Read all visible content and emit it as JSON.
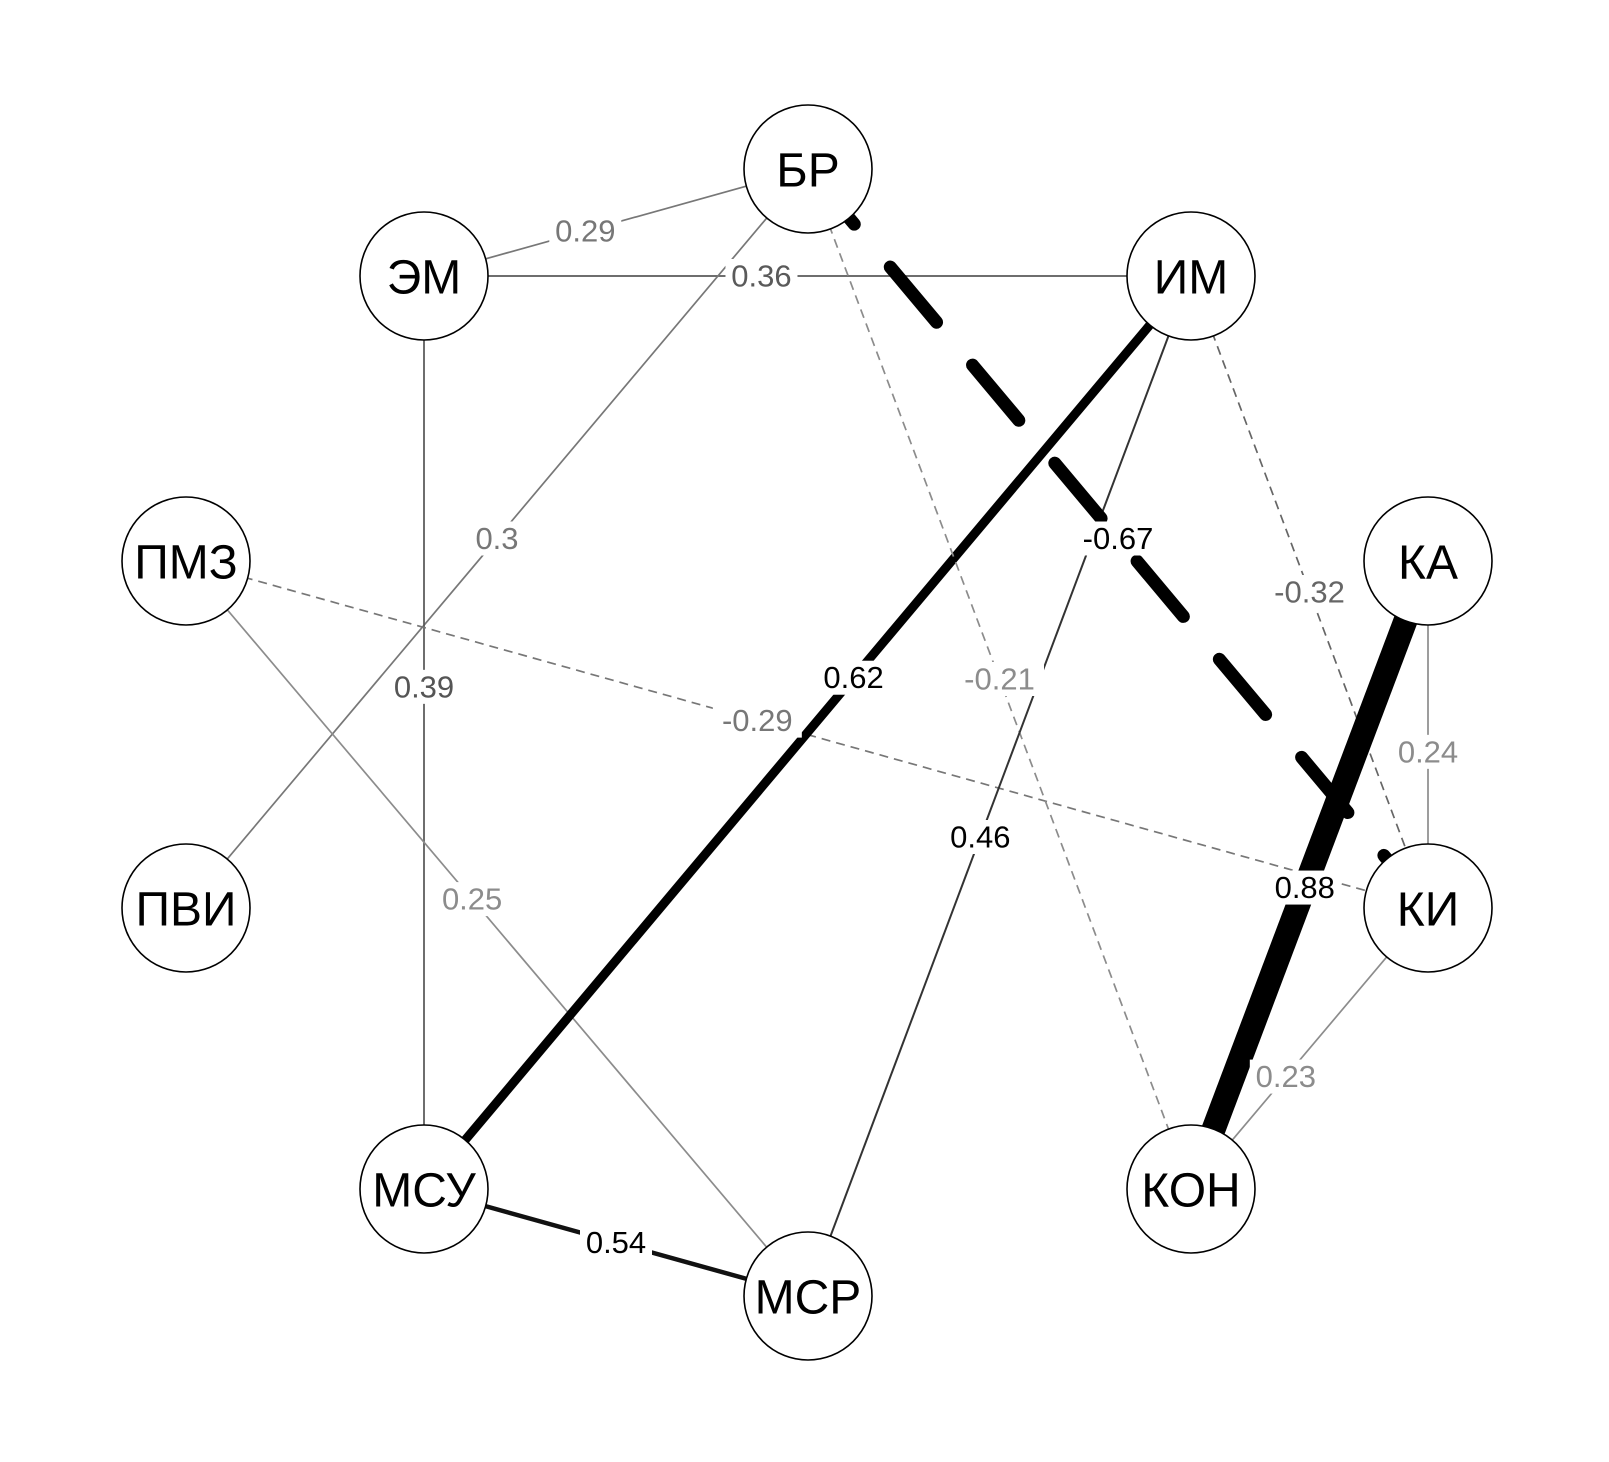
{
  "diagram": {
    "type": "network",
    "nodes": [
      {
        "id": "br",
        "label": "БР"
      },
      {
        "id": "em",
        "label": "ЭМ"
      },
      {
        "id": "im",
        "label": "ИМ"
      },
      {
        "id": "pmz",
        "label": "ПМЗ"
      },
      {
        "id": "ka",
        "label": "КА"
      },
      {
        "id": "pvi",
        "label": "ПВИ"
      },
      {
        "id": "ki",
        "label": "КИ"
      },
      {
        "id": "msu",
        "label": "МСУ"
      },
      {
        "id": "kon",
        "label": "КОН"
      },
      {
        "id": "msr",
        "label": "МСР"
      }
    ],
    "edges": [
      {
        "from": "em",
        "to": "br",
        "weight": 0.29,
        "label": "0.29"
      },
      {
        "from": "em",
        "to": "im",
        "weight": 0.36,
        "label": "0.36"
      },
      {
        "from": "br",
        "to": "pvi",
        "weight": 0.3,
        "label": "0.3"
      },
      {
        "from": "em",
        "to": "msu",
        "weight": 0.39,
        "label": "0.39"
      },
      {
        "from": "pmz",
        "to": "msr",
        "weight": 0.25,
        "label": "0.25"
      },
      {
        "from": "pmz",
        "to": "ki",
        "weight": -0.29,
        "label": "-0.29"
      },
      {
        "from": "im",
        "to": "msu",
        "weight": 0.62,
        "label": "0.62"
      },
      {
        "from": "br",
        "to": "kon",
        "weight": -0.21,
        "label": "-0.21"
      },
      {
        "from": "im",
        "to": "msr",
        "weight": 0.46,
        "label": "0.46"
      },
      {
        "from": "im",
        "to": "ki",
        "weight": -0.32,
        "label": "-0.32"
      },
      {
        "from": "ka",
        "to": "ki",
        "weight": 0.24,
        "label": "0.24"
      },
      {
        "from": "ki",
        "to": "kon",
        "weight": 0.23,
        "label": "0.23"
      },
      {
        "from": "msu",
        "to": "msr",
        "weight": 0.54,
        "label": "0.54"
      },
      {
        "from": "br",
        "to": "ki",
        "weight": -0.67,
        "label": "-0.67"
      },
      {
        "from": "ka",
        "to": "kon",
        "weight": 0.88,
        "label": "0.88"
      }
    ]
  }
}
